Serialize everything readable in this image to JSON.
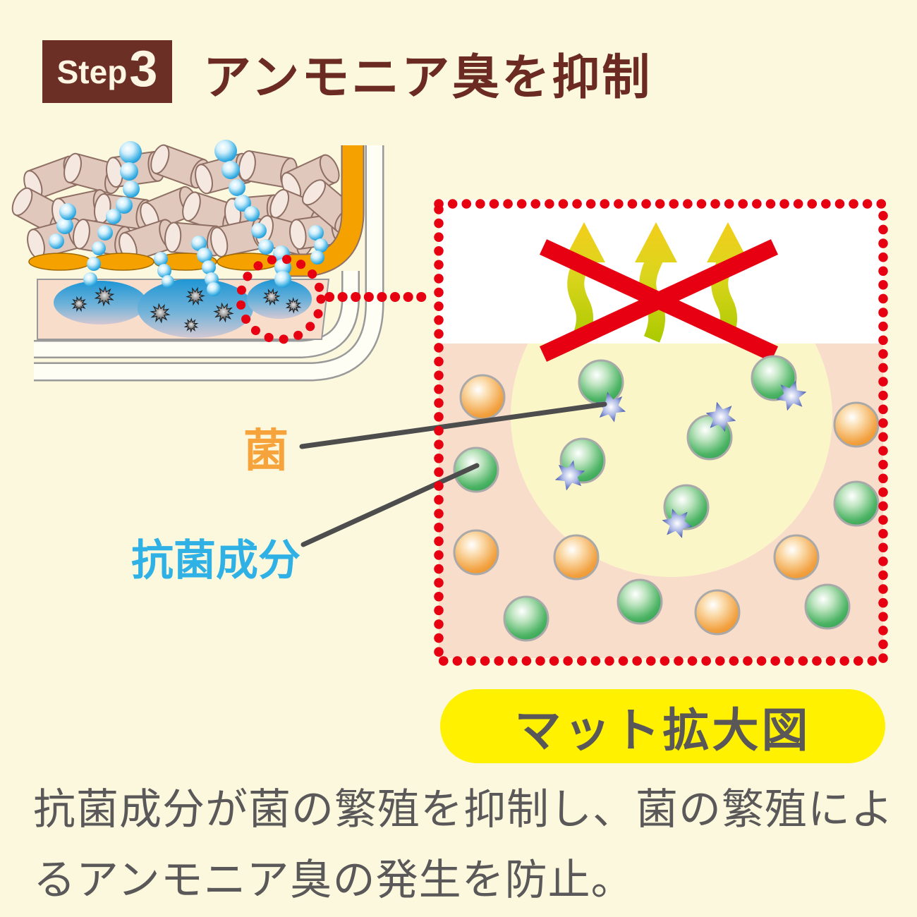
{
  "header": {
    "badge_step": "Step",
    "badge_number": "3",
    "title": "アンモニア臭を抑制"
  },
  "labels": {
    "bacteria": "菌",
    "antibacterial": "抗菌成分"
  },
  "banner": {
    "text": "マット拡大図"
  },
  "description": {
    "text": "抗菌成分が菌の繁殖を抑制し、菌の繁殖によ\nるアンモニア臭の発生を防止。"
  },
  "colors": {
    "background": "#FBF8DE",
    "badge_bg": "#6C2F26",
    "badge_text": "#FBF5E1",
    "title_text": "#6B2B22",
    "accent_red": "#E60012",
    "label_bacteria": "#F6A33C",
    "label_antibacterial": "#2FB1E5",
    "banner_bg": "#FFF100",
    "banner_text": "#595757",
    "body_text": "#5A5858",
    "sphere_green": "#44B05E",
    "sphere_orange": "#F09E3E",
    "bacteria_star_blue": "#2B3F9E",
    "mat_peach": "#F8DDCB",
    "highlight_yellow": "#FBF6C8",
    "grate_orange": "#F5A200",
    "droplet_blue": "#36ADE2",
    "arrow_yellow_green": "#ACCA00"
  },
  "icons": {
    "crossed_arrows": "no-odor-escape-icon",
    "dotted_circle": "magnifier-region-icon",
    "bacteria_star": "bacteria-icon",
    "antibacterial_sphere": "antibacterial-sphere-icon"
  }
}
